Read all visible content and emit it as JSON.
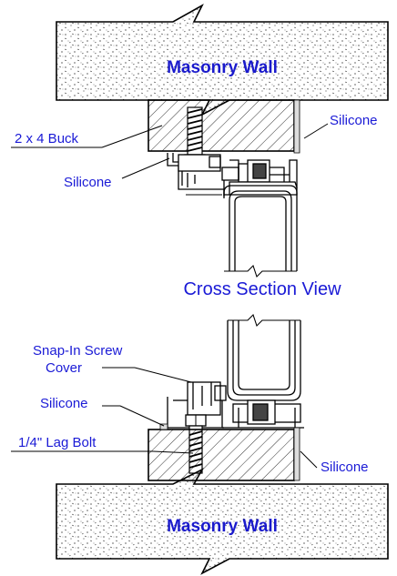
{
  "title": "Cross Section View",
  "labels": {
    "top_wall": "Masonry Wall",
    "bottom_wall": "Masonry Wall",
    "buck": "2 x 4 Buck",
    "silicone_top_right": "Silicone",
    "silicone_top_left": "Silicone",
    "snap_in_line1": "Snap-In Screw",
    "snap_in_line2": "Cover",
    "silicone_bottom_left": "Silicone",
    "lag_bolt": "1/4\" Lag Bolt",
    "silicone_bottom_right": "Silicone"
  },
  "colors": {
    "label": "#1a1ad6",
    "line": "#000000",
    "wall_fill": "#ffffff"
  }
}
